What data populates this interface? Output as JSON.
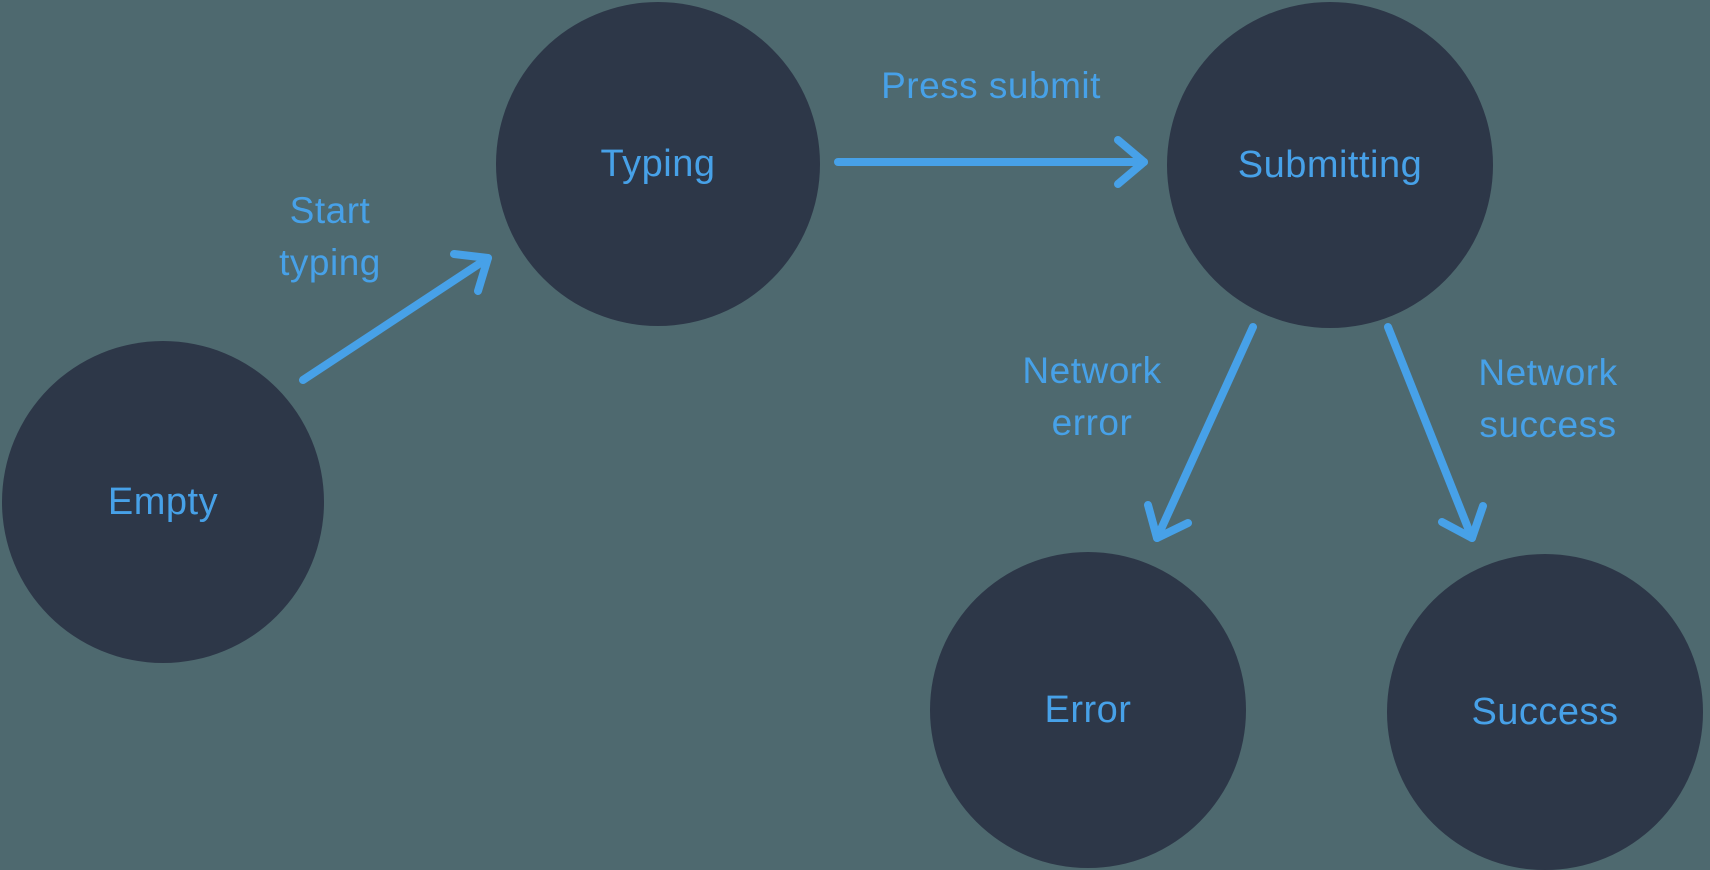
{
  "diagram": {
    "type": "state-machine",
    "states": [
      {
        "id": "empty",
        "label": "Empty"
      },
      {
        "id": "typing",
        "label": "Typing"
      },
      {
        "id": "submitting",
        "label": "Submitting"
      },
      {
        "id": "error",
        "label": "Error"
      },
      {
        "id": "success",
        "label": "Success"
      }
    ],
    "transitions": [
      {
        "from": "empty",
        "to": "typing",
        "label": "Start typing",
        "label_lines": [
          "Start",
          "typing"
        ]
      },
      {
        "from": "typing",
        "to": "submitting",
        "label": "Press submit",
        "label_lines": [
          "Press submit"
        ]
      },
      {
        "from": "submitting",
        "to": "error",
        "label": "Network error",
        "label_lines": [
          "Network",
          "error"
        ]
      },
      {
        "from": "submitting",
        "to": "success",
        "label": "Network success",
        "label_lines": [
          "Network",
          "success"
        ]
      }
    ],
    "colors": {
      "background": "#4E696F",
      "state_fill": "#2D3748",
      "accent_blue": "#47A1E8"
    }
  }
}
